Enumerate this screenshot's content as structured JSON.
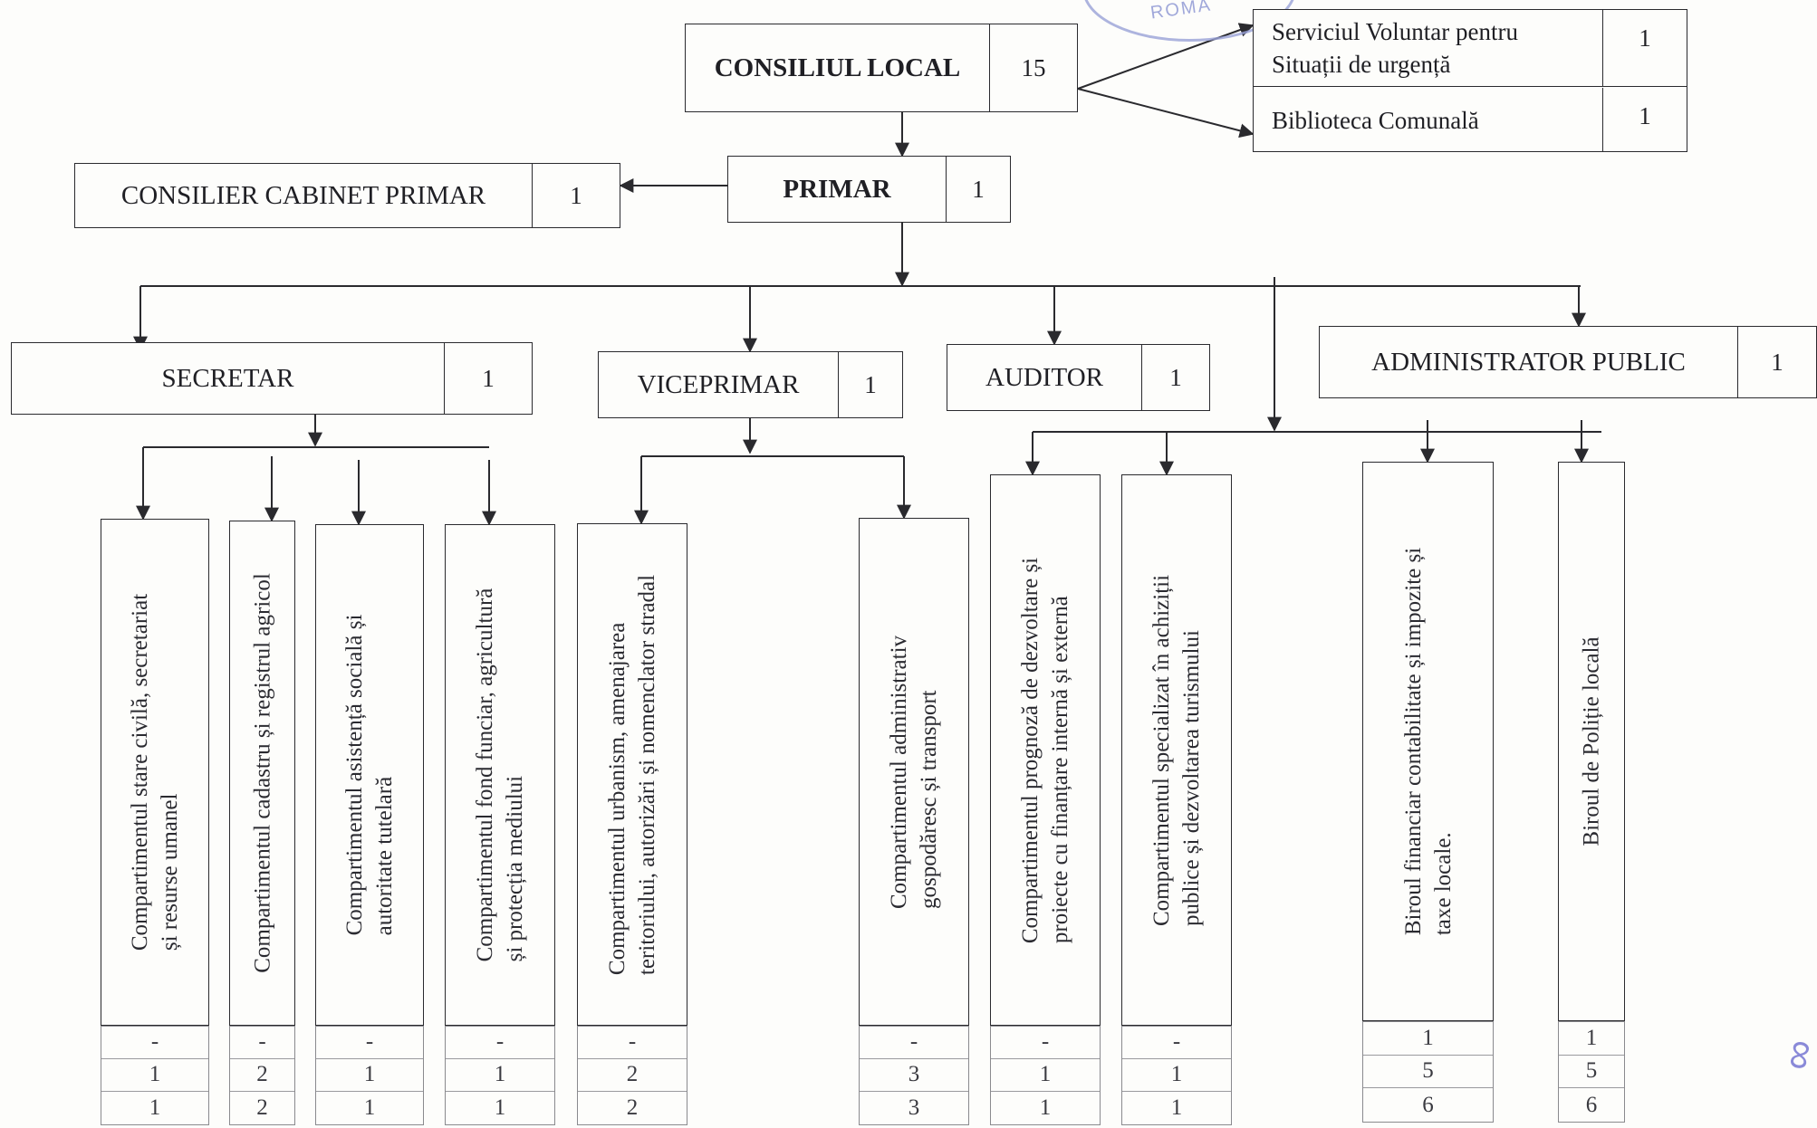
{
  "top": {
    "council": {
      "label": "CONSILIUL  LOCAL",
      "count": "15"
    },
    "emergency": {
      "label": "Serviciul Voluntar pentru\nSituații de urgență",
      "count": "1"
    },
    "library": {
      "label": "Biblioteca Comunală",
      "count": "1"
    },
    "mayor": {
      "label": "PRIMAR",
      "count": "1"
    },
    "advisor": {
      "label": "CONSILIER  CABINET PRIMAR",
      "count": "1"
    }
  },
  "managers": {
    "secretary": {
      "label": "SECRETAR",
      "count": "1"
    },
    "deputy": {
      "label": "VICEPRIMAR",
      "count": "1"
    },
    "auditor": {
      "label": "AUDITOR",
      "count": "1"
    },
    "administrator": {
      "label": "ADMINISTRATOR  PUBLIC",
      "count": "1"
    }
  },
  "departments": [
    {
      "lines": "Compartimentul stare civilă, secretariat\nși resurse umanel",
      "counts": [
        "-",
        "1",
        "1"
      ]
    },
    {
      "lines": "Compartimentul cadastru și registrul agricol",
      "counts": [
        "-",
        "2",
        "2"
      ]
    },
    {
      "lines": "Compartimentul asistență socială și\nautoritate tutelară",
      "counts": [
        "-",
        "1",
        "1"
      ]
    },
    {
      "lines": "Compartimentul fond funciar, agricultură\nși protecția mediului",
      "counts": [
        "-",
        "1",
        "1"
      ]
    },
    {
      "lines": "Compartimentul urbanism, amenajarea\nteritoriului, autorizări și nomenclator stradal",
      "counts": [
        "-",
        "2",
        "2"
      ]
    },
    {
      "lines": "Compartimentul administrativ\ngospodăresc și transport",
      "counts": [
        "-",
        "3",
        "3"
      ]
    },
    {
      "lines": "Compartimentul prognoză de dezvoltare și\nproiecte cu finanțare internă și externă",
      "counts": [
        "-",
        "1",
        "1"
      ]
    },
    {
      "lines": "Compartimentul specializat în achiziții\npublice și dezvoltarea turismului",
      "counts": [
        "-",
        "1",
        "1"
      ]
    },
    {
      "lines": "Biroul financiar contabilitate și impozite și\ntaxe locale.",
      "counts": [
        "1",
        "5",
        "6"
      ]
    },
    {
      "lines": "Biroul de Poliție locală",
      "counts": [
        "1",
        "5",
        "6"
      ]
    }
  ],
  "stamp_text": "ROMA",
  "colors": {
    "ink": "#2a2a2e",
    "stamp": "#9aa2d8"
  }
}
